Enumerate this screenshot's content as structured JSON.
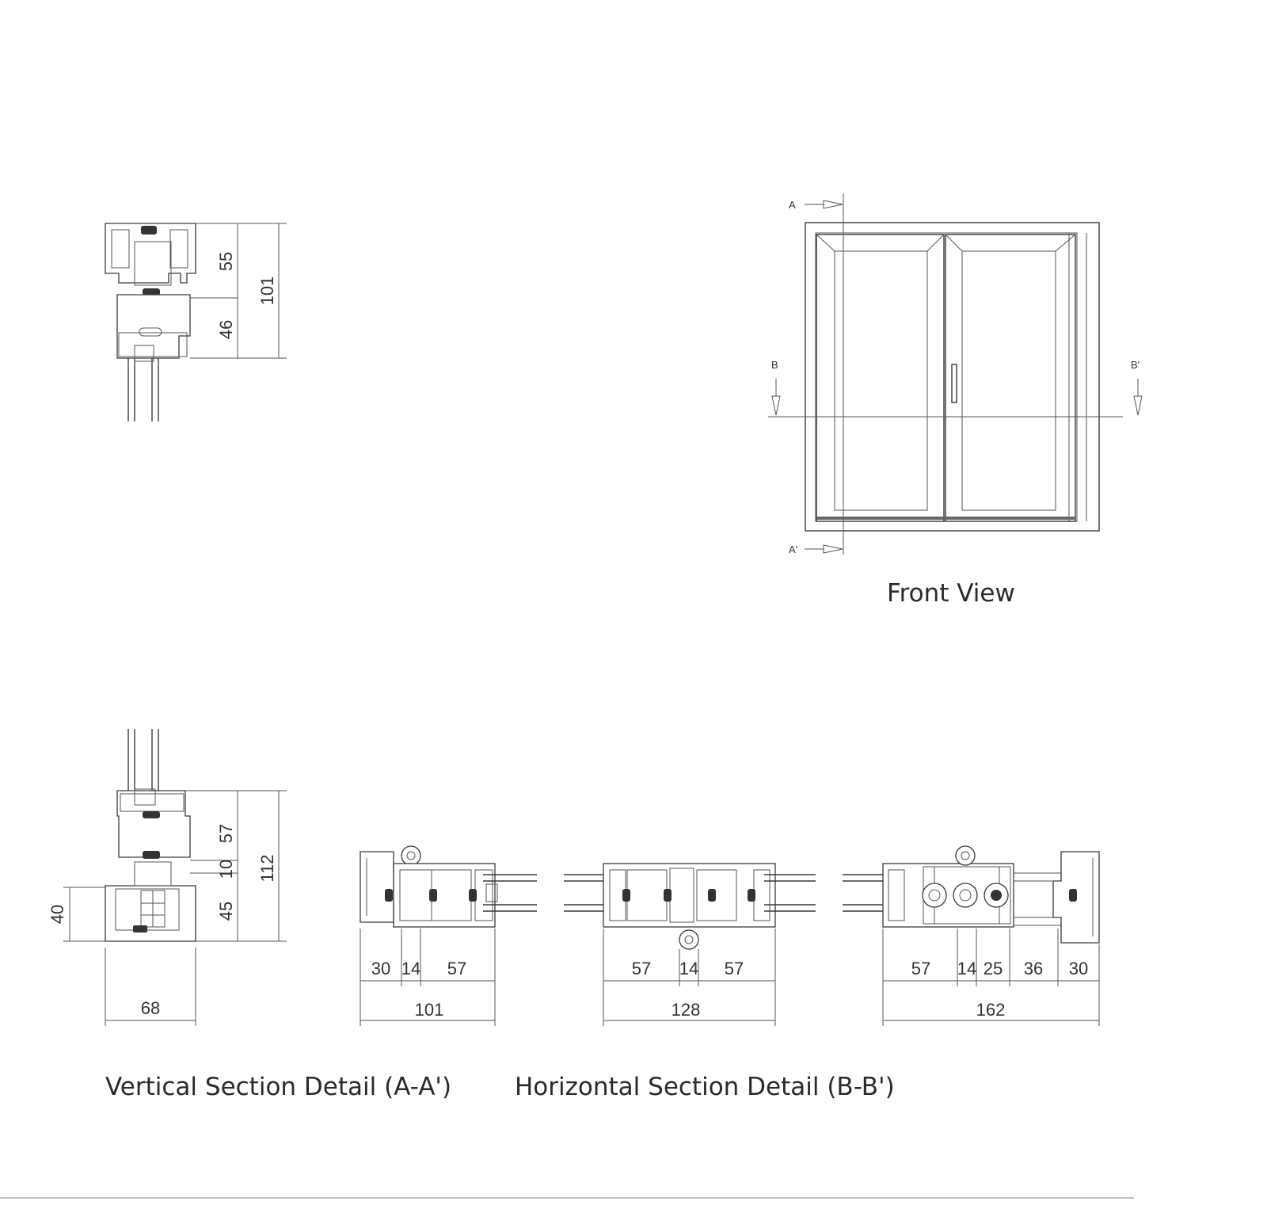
{
  "captions": {
    "front": "Front View",
    "vertical": "Vertical Section Detail (A-A')",
    "horizontal": "Horizontal Section Detail (B-B')"
  },
  "markers": {
    "a": "A",
    "a_prime": "A'",
    "b": "B",
    "b_prime": "B'"
  },
  "dims": {
    "top_upper": "55",
    "top_lower": "46",
    "top_total": "101",
    "bot_upper": "57",
    "bot_mid": "10",
    "bot_lower": "45",
    "bot_total": "112",
    "bot_left": "40",
    "bot_width": "68",
    "h1": [
      "30",
      "14",
      "57"
    ],
    "h1_total": "101",
    "h2": [
      "57",
      "14",
      "57"
    ],
    "h2_total": "128",
    "h3": [
      "57",
      "14",
      "25",
      "36",
      "30"
    ],
    "h3_total": "162"
  },
  "colors": {
    "line": "#3a3a3a",
    "rule": "#9a9a9a"
  }
}
